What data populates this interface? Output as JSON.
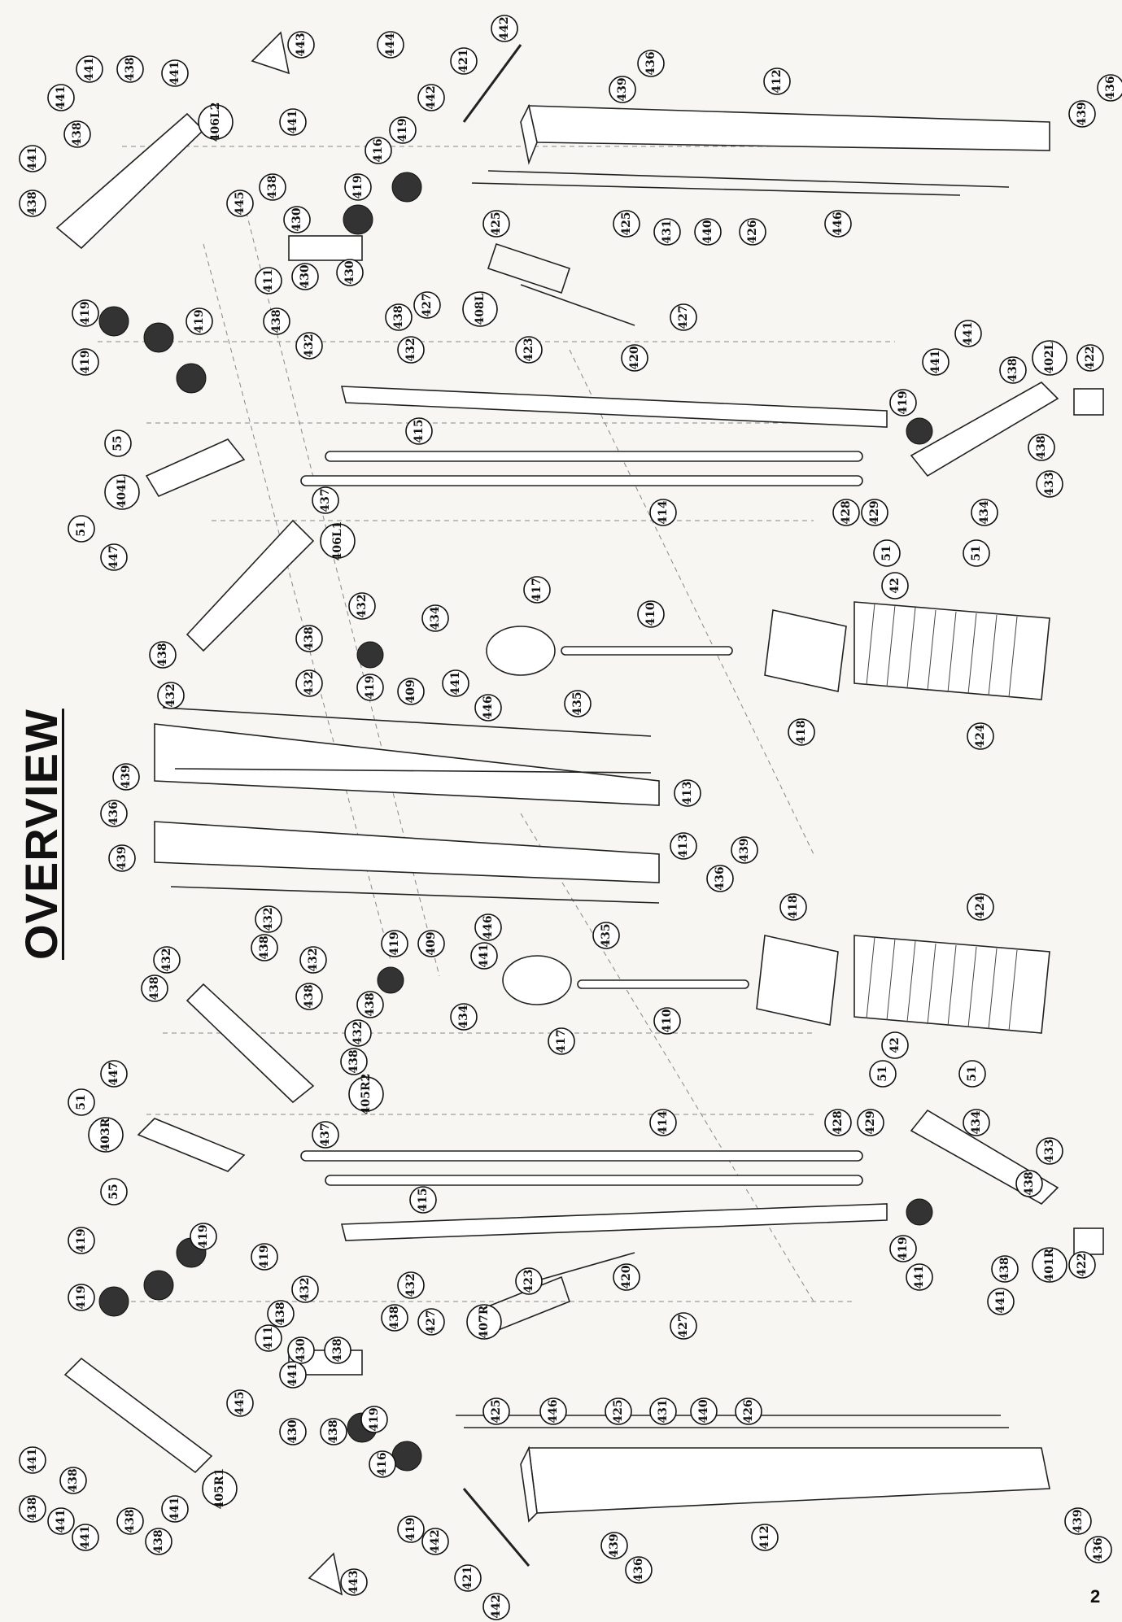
{
  "title": "OVERVIEW",
  "page_number": "2",
  "callouts": [
    {
      "id": "c1",
      "label": "443"
    },
    {
      "id": "c2",
      "label": "444"
    },
    {
      "id": "c3",
      "label": "442"
    },
    {
      "id": "c4",
      "label": "421"
    },
    {
      "id": "c5",
      "label": "439"
    },
    {
      "id": "c6",
      "label": "436"
    },
    {
      "id": "c7",
      "label": "412"
    },
    {
      "id": "c8",
      "label": "439"
    },
    {
      "id": "c9",
      "label": "436"
    },
    {
      "id": "c10",
      "label": "441"
    },
    {
      "id": "c11",
      "label": "438"
    },
    {
      "id": "c12",
      "label": "441"
    },
    {
      "id": "c13",
      "label": "441"
    },
    {
      "id": "c14",
      "label": "438"
    },
    {
      "id": "c15",
      "label": "406L2"
    },
    {
      "id": "c16",
      "label": "441"
    },
    {
      "id": "c17",
      "label": "438"
    },
    {
      "id": "c18",
      "label": "441"
    },
    {
      "id": "c19",
      "label": "442"
    },
    {
      "id": "c20",
      "label": "416"
    },
    {
      "id": "c21",
      "label": "419"
    },
    {
      "id": "c22",
      "label": "438"
    },
    {
      "id": "c23",
      "label": "445"
    },
    {
      "id": "c24",
      "label": "430"
    },
    {
      "id": "c25",
      "label": "419"
    },
    {
      "id": "c26",
      "label": "430"
    },
    {
      "id": "c27",
      "label": "411"
    },
    {
      "id": "c28",
      "label": "430"
    },
    {
      "id": "c29",
      "label": "446"
    },
    {
      "id": "c30",
      "label": "425"
    },
    {
      "id": "c31",
      "label": "425"
    },
    {
      "id": "c32",
      "label": "431"
    },
    {
      "id": "c33",
      "label": "440"
    },
    {
      "id": "c34",
      "label": "426"
    },
    {
      "id": "c35",
      "label": "427"
    },
    {
      "id": "c36",
      "label": "408L"
    },
    {
      "id": "c37",
      "label": "427"
    },
    {
      "id": "c38",
      "label": "438"
    },
    {
      "id": "c39",
      "label": "438"
    },
    {
      "id": "c40",
      "label": "432"
    },
    {
      "id": "c41",
      "label": "432"
    },
    {
      "id": "c42",
      "label": "419"
    },
    {
      "id": "c43",
      "label": "419"
    },
    {
      "id": "c44",
      "label": "419"
    },
    {
      "id": "c45",
      "label": "423"
    },
    {
      "id": "c46",
      "label": "420"
    },
    {
      "id": "c47",
      "label": "441"
    },
    {
      "id": "c48",
      "label": "438"
    },
    {
      "id": "c49",
      "label": "402L"
    },
    {
      "id": "c50",
      "label": "422"
    },
    {
      "id": "c51",
      "label": "441"
    },
    {
      "id": "c52",
      "label": "415"
    },
    {
      "id": "c53",
      "label": "419"
    },
    {
      "id": "c54",
      "label": "55"
    },
    {
      "id": "c55",
      "label": "404L"
    },
    {
      "id": "c56",
      "label": "437"
    },
    {
      "id": "c57",
      "label": "414"
    },
    {
      "id": "c58",
      "label": "428"
    },
    {
      "id": "c59",
      "label": "429"
    },
    {
      "id": "c60",
      "label": "434"
    },
    {
      "id": "c61",
      "label": "438"
    },
    {
      "id": "c62",
      "label": "433"
    },
    {
      "id": "c63",
      "label": "51"
    },
    {
      "id": "c64",
      "label": "447"
    },
    {
      "id": "c65",
      "label": "406L1"
    },
    {
      "id": "c66",
      "label": "51"
    },
    {
      "id": "c67",
      "label": "51"
    },
    {
      "id": "c68",
      "label": "42"
    },
    {
      "id": "c69",
      "label": "432"
    },
    {
      "id": "c70",
      "label": "434"
    },
    {
      "id": "c71",
      "label": "417"
    },
    {
      "id": "c72",
      "label": "410"
    },
    {
      "id": "c73",
      "label": "438"
    },
    {
      "id": "c74",
      "label": "432"
    },
    {
      "id": "c75",
      "label": "438"
    },
    {
      "id": "c76",
      "label": "432"
    },
    {
      "id": "c77",
      "label": "419"
    },
    {
      "id": "c78",
      "label": "409"
    },
    {
      "id": "c79",
      "label": "441"
    },
    {
      "id": "c80",
      "label": "435"
    },
    {
      "id": "c81",
      "label": "418"
    },
    {
      "id": "c82",
      "label": "424"
    },
    {
      "id": "c83",
      "label": "446"
    },
    {
      "id": "c84",
      "label": "439"
    },
    {
      "id": "c85",
      "label": "436"
    },
    {
      "id": "c86",
      "label": "413"
    },
    {
      "id": "c87",
      "label": "439"
    },
    {
      "id": "c88",
      "label": "413"
    },
    {
      "id": "c89",
      "label": "436"
    },
    {
      "id": "c90",
      "label": "439"
    },
    {
      "id": "c91",
      "label": "446"
    },
    {
      "id": "c92",
      "label": "432"
    },
    {
      "id": "c93",
      "label": "438"
    },
    {
      "id": "c94",
      "label": "432"
    },
    {
      "id": "c95",
      "label": "438"
    },
    {
      "id": "c96",
      "label": "432"
    },
    {
      "id": "c97",
      "label": "438"
    },
    {
      "id": "c98",
      "label": "438"
    },
    {
      "id": "c99",
      "label": "419"
    },
    {
      "id": "c100",
      "label": "409"
    },
    {
      "id": "c101",
      "label": "441"
    },
    {
      "id": "c102",
      "label": "435"
    },
    {
      "id": "c103",
      "label": "418"
    },
    {
      "id": "c104",
      "label": "424"
    },
    {
      "id": "c105",
      "label": "434"
    },
    {
      "id": "c106",
      "label": "417"
    },
    {
      "id": "c107",
      "label": "410"
    },
    {
      "id": "c108",
      "label": "432"
    },
    {
      "id": "c109",
      "label": "438"
    },
    {
      "id": "c110",
      "label": "42"
    },
    {
      "id": "c111",
      "label": "447"
    },
    {
      "id": "c112",
      "label": "51"
    },
    {
      "id": "c113",
      "label": "405R2"
    },
    {
      "id": "c114",
      "label": "51"
    },
    {
      "id": "c115",
      "label": "51"
    },
    {
      "id": "c116",
      "label": "403R"
    },
    {
      "id": "c117",
      "label": "437"
    },
    {
      "id": "c118",
      "label": "414"
    },
    {
      "id": "c119",
      "label": "428"
    },
    {
      "id": "c120",
      "label": "429"
    },
    {
      "id": "c121",
      "label": "434"
    },
    {
      "id": "c122",
      "label": "55"
    },
    {
      "id": "c123",
      "label": "415"
    },
    {
      "id": "c124",
      "label": "433"
    },
    {
      "id": "c125",
      "label": "438"
    },
    {
      "id": "c126",
      "label": "419"
    },
    {
      "id": "c127",
      "label": "419"
    },
    {
      "id": "c128",
      "label": "419"
    },
    {
      "id": "c129",
      "label": "419"
    },
    {
      "id": "c130",
      "label": "423"
    },
    {
      "id": "c131",
      "label": "420"
    },
    {
      "id": "c132",
      "label": "438"
    },
    {
      "id": "c133",
      "label": "432"
    },
    {
      "id": "c134",
      "label": "432"
    },
    {
      "id": "c135",
      "label": "438"
    },
    {
      "id": "c136",
      "label": "427"
    },
    {
      "id": "c137",
      "label": "407R"
    },
    {
      "id": "c138",
      "label": "427"
    },
    {
      "id": "c139",
      "label": "419"
    },
    {
      "id": "c140",
      "label": "441"
    },
    {
      "id": "c141",
      "label": "438"
    },
    {
      "id": "c142",
      "label": "401R"
    },
    {
      "id": "c143",
      "label": "422"
    },
    {
      "id": "c144",
      "label": "441"
    },
    {
      "id": "c145",
      "label": "411"
    },
    {
      "id": "c146",
      "label": "430"
    },
    {
      "id": "c147",
      "label": "438"
    },
    {
      "id": "c148",
      "label": "441"
    },
    {
      "id": "c149",
      "label": "445"
    },
    {
      "id": "c150",
      "label": "425"
    },
    {
      "id": "c151",
      "label": "446"
    },
    {
      "id": "c152",
      "label": "425"
    },
    {
      "id": "c153",
      "label": "431"
    },
    {
      "id": "c154",
      "label": "440"
    },
    {
      "id": "c155",
      "label": "426"
    },
    {
      "id": "c156",
      "label": "430"
    },
    {
      "id": "c157",
      "label": "438"
    },
    {
      "id": "c158",
      "label": "441"
    },
    {
      "id": "c159",
      "label": "438"
    },
    {
      "id": "c160",
      "label": "405R1"
    },
    {
      "id": "c161",
      "label": "438"
    },
    {
      "id": "c162",
      "label": "441"
    },
    {
      "id": "c163",
      "label": "438"
    },
    {
      "id": "c164",
      "label": "441"
    },
    {
      "id": "c165",
      "label": "438"
    },
    {
      "id": "c166",
      "label": "441"
    },
    {
      "id": "c167",
      "label": "419"
    },
    {
      "id": "c168",
      "label": "416"
    },
    {
      "id": "c169",
      "label": "419"
    },
    {
      "id": "c170",
      "label": "442"
    },
    {
      "id": "c171",
      "label": "412"
    },
    {
      "id": "c172",
      "label": "439"
    },
    {
      "id": "c173",
      "label": "436"
    },
    {
      "id": "c174",
      "label": "439"
    },
    {
      "id": "c175",
      "label": "436"
    },
    {
      "id": "c176",
      "label": "421"
    },
    {
      "id": "c177",
      "label": "443"
    },
    {
      "id": "c178",
      "label": "442"
    }
  ]
}
